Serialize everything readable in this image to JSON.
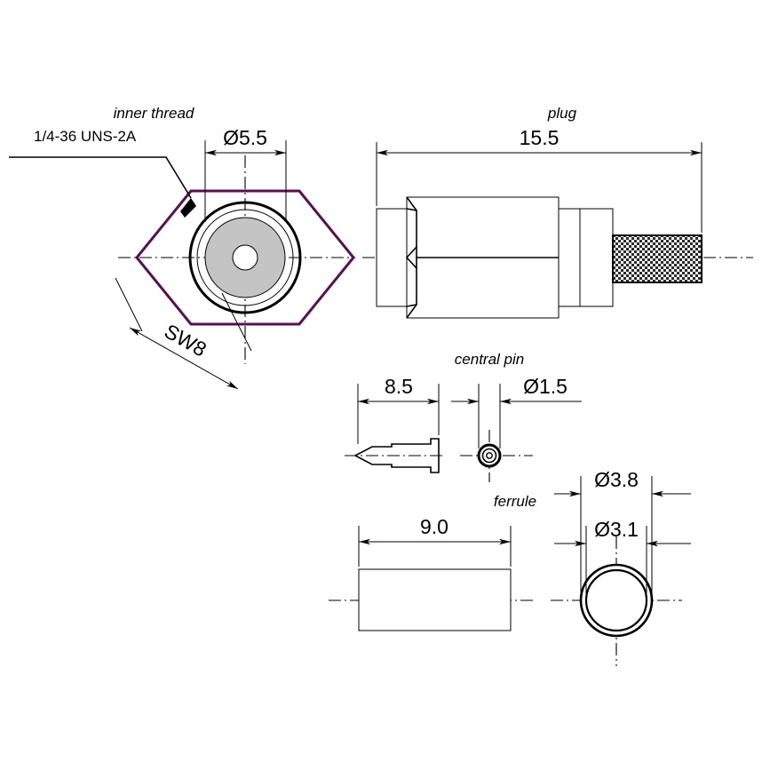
{
  "drawing": {
    "title": "SMA plug connector assembly drawing",
    "background": "#ffffff",
    "line_color": "#000000",
    "hex_color": "#5a0f50",
    "gray_fill": "#c4c4c4"
  },
  "views": {
    "front": {
      "name": "front-view",
      "thread_label_line1": "inner thread",
      "thread_label_line2": "1/4-36 UNS-2A",
      "diameter_dim": "Ø5.5",
      "across_flats_dim": "SW8"
    },
    "plug": {
      "name": "plug-view",
      "label": "plug",
      "length_dim": "15.5"
    },
    "central_pin": {
      "name": "central-pin-view",
      "label": "central pin",
      "length_dim": "8.5",
      "diameter_dim": "Ø1.5"
    },
    "ferrule": {
      "name": "ferrule-view",
      "label": "ferrule",
      "length_dim": "9.0",
      "outer_diameter_dim": "Ø3.8",
      "inner_diameter_dim": "Ø3.1"
    }
  }
}
